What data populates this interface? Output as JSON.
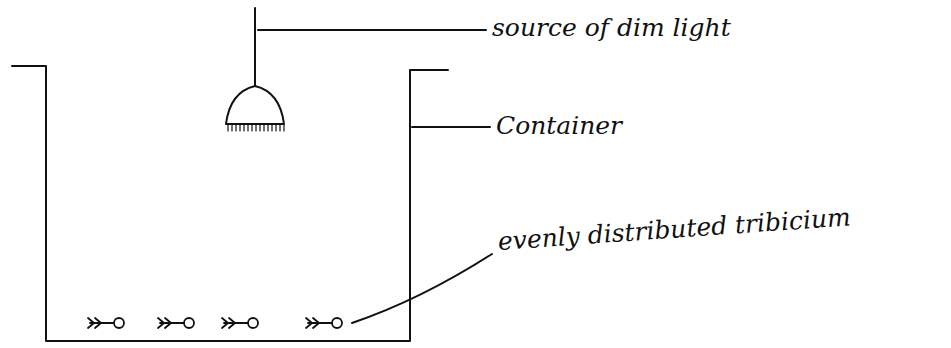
{
  "diagram": {
    "labels": [
      "source of dim light",
      "Container",
      "evenly distributed tribicium"
    ]
  }
}
